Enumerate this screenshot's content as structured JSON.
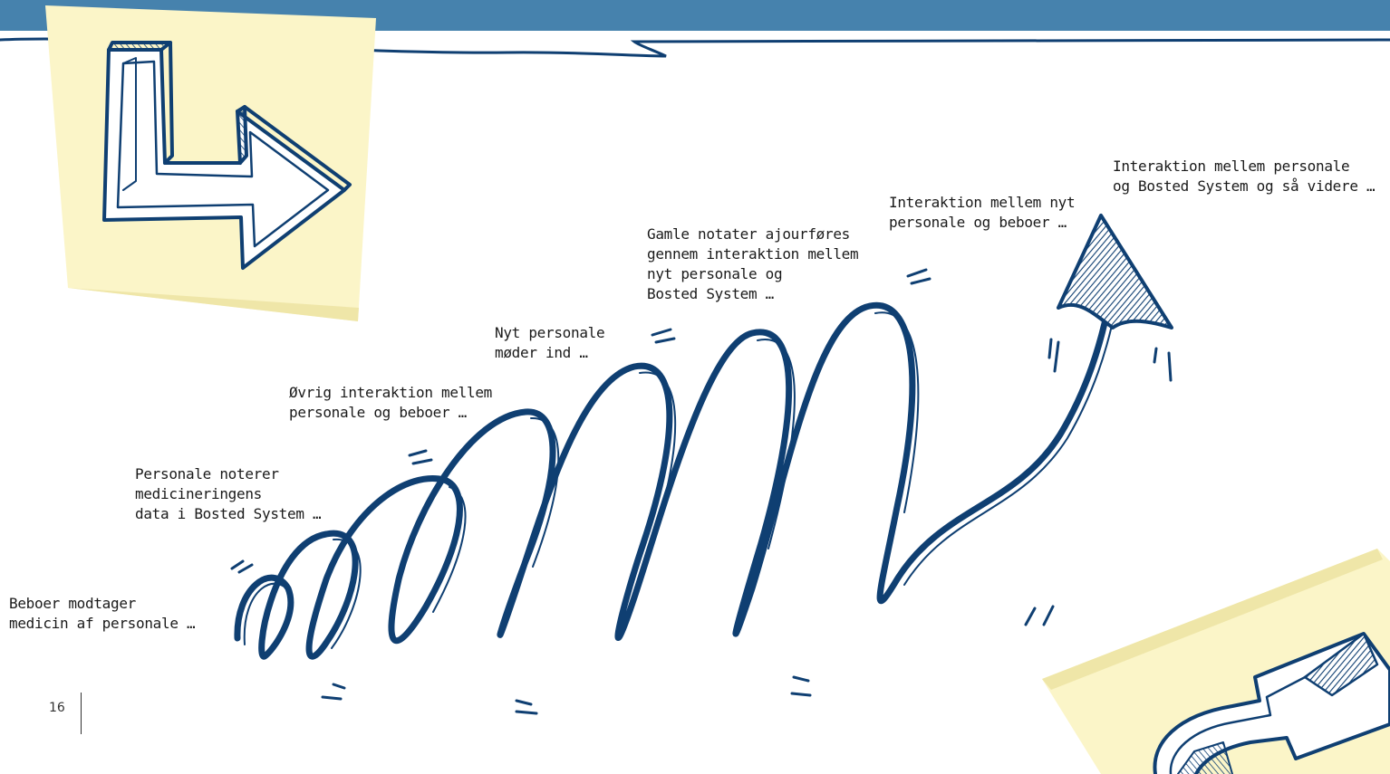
{
  "header": {
    "bar_color": "#4682ad"
  },
  "colors": {
    "ink": "#0f3f72",
    "sticky_note": "#fbf5c8"
  },
  "icons": [
    "corner-arrow-icon",
    "curved-arrow-icon",
    "spiral-arrow-icon"
  ],
  "steps": [
    {
      "text": "Beboer modtager\nmedicin af personale …"
    },
    {
      "text": "Personale noterer\nmedicineringens\ndata i Bosted System …"
    },
    {
      "text": "Øvrig interaktion mellem\npersonale og beboer …"
    },
    {
      "text": "Nyt personale\nmøder ind …"
    },
    {
      "text": "Gamle notater ajourføres\ngennem interaktion mellem\nnyt personale og\nBosted System …"
    },
    {
      "text": "Interaktion mellem nyt\npersonale og beboer …"
    },
    {
      "text": "Interaktion mellem personale\nog Bosted System og så videre …"
    }
  ],
  "page": {
    "number": "16"
  }
}
